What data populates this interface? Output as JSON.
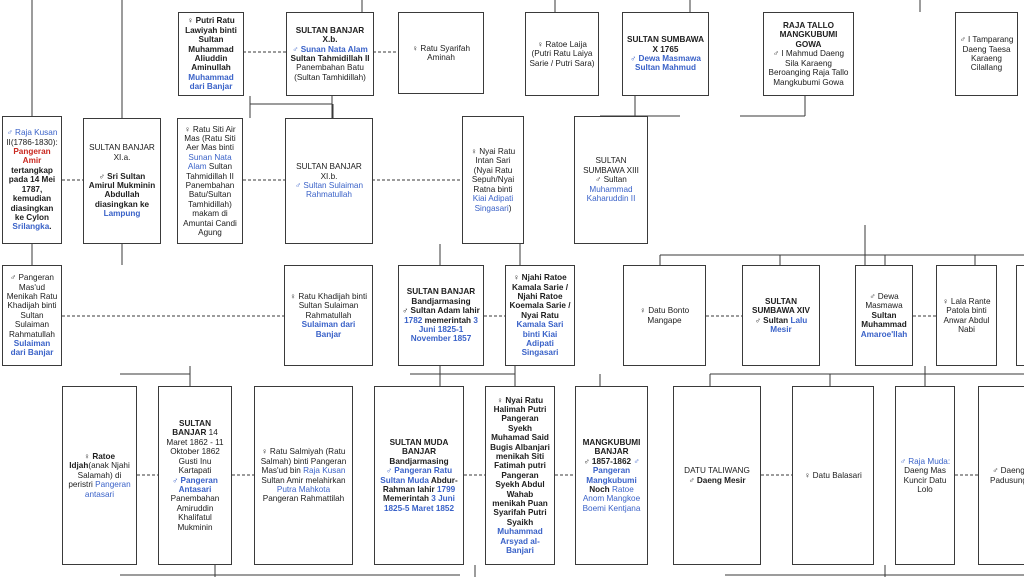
{
  "colors": {
    "border": "#3a3a3a",
    "link": "#3a62c8",
    "red": "#c9281f",
    "text": "#202020"
  },
  "nodes": [
    {
      "id": "putri-ratu-lawiyah",
      "segs": [
        {
          "t": "♀ Putri Ratu Lawiyah binti Sultan Muhammad Aliuddin Aminullah ",
          "s": "b"
        },
        {
          "t": "Muhammad dari Banjar",
          "s": "lb"
        }
      ]
    },
    {
      "id": "sultan-banjar-xb",
      "segs": [
        {
          "t": "SULTAN BANJAR X.b.",
          "s": "b"
        },
        {
          "t": "\n"
        },
        {
          "t": "♂ ",
          "s": "l"
        },
        {
          "t": "Sunan Nata Alam",
          "s": "lb"
        },
        {
          "t": " Sultan Tahmidillah II",
          "s": "b"
        },
        {
          "t": "\nPanembahan Batu (Sultan Tamhidillah)"
        }
      ]
    },
    {
      "id": "ratu-syarifah-aminah",
      "segs": [
        {
          "t": "♀ Ratu Syarifah Aminah"
        }
      ]
    },
    {
      "id": "ratoe-laija",
      "segs": [
        {
          "t": "♀ Ratoe Laija (Putri Ratu Laiya Sarie / Putri Sara)"
        }
      ]
    },
    {
      "id": "sultan-sumbawa-x",
      "segs": [
        {
          "t": "SULTAN SUMBAWA X 1765",
          "s": "b"
        },
        {
          "t": "\n"
        },
        {
          "t": "♂ Dewa Masmawa Sultan Mahmud",
          "s": "lb"
        }
      ]
    },
    {
      "id": "raja-tallo",
      "segs": [
        {
          "t": "RAJA TALLO MANGKUBUMI GOWA",
          "s": "b"
        },
        {
          "t": "\n♂ I Mahmud Daeng Sila Karaeng Beroanging Raja Tallo Mangkubumi Gowa"
        }
      ]
    },
    {
      "id": "i-tamparang",
      "segs": [
        {
          "t": "♂ I Tamparang Daeng Taesa Karaeng Cilallang"
        }
      ]
    },
    {
      "id": "raja-kusan-ii",
      "segs": [
        {
          "t": "♂ Raja Kusan",
          "s": "l"
        },
        {
          "t": " II(1786-1830): "
        },
        {
          "t": "Pangeran Amir",
          "s": "r"
        },
        {
          "t": " tertangkap pada 14 Mei 1787, kemudian diasingkan ke Cylon ",
          "s": "b"
        },
        {
          "t": "Srilangka",
          "s": "lb"
        },
        {
          "t": ".",
          "s": "b"
        }
      ]
    },
    {
      "id": "sultan-banjar-xia",
      "segs": [
        {
          "t": "SULTAN BANJAR XI.a.\n\n"
        },
        {
          "t": "♂ Sri Sultan Amirul Mukminin Abdullah diasingkan ke ",
          "s": "b"
        },
        {
          "t": "Lampung",
          "s": "lb"
        }
      ]
    },
    {
      "id": "ratu-siti-air-mas",
      "segs": [
        {
          "t": "♀ Ratu Siti Air Mas (Ratu Siti Aer Mas binti "
        },
        {
          "t": "Sunan Nata Alam",
          "s": "l"
        },
        {
          "t": " Sultan Tahmidillah II Panembahan Batu/Sultan Tamhidillah) makam di Amuntai Candi Agung"
        }
      ]
    },
    {
      "id": "sultan-banjar-xib",
      "segs": [
        {
          "t": "SULTAN BANJAR XI.b.\n"
        },
        {
          "t": "♂ Sultan Sulaiman Rahmatullah",
          "s": "l"
        }
      ]
    },
    {
      "id": "nyai-ratu-intan-sari",
      "segs": [
        {
          "t": "♀ Nyai Ratu Intan Sari (Nyai Ratu Sepuh/Nyai Ratna binti "
        },
        {
          "t": "Kiai Adipati Singasari",
          "s": "l"
        },
        {
          "t": ")"
        }
      ]
    },
    {
      "id": "sultan-sumbawa-xiii",
      "segs": [
        {
          "t": "SULTAN SUMBAWA XIII\n♂ Sultan "
        },
        {
          "t": "Muhammad Kaharuddin II",
          "s": "l"
        }
      ]
    },
    {
      "id": "pangeran-masud",
      "segs": [
        {
          "t": "♂ Pangeran Mas'ud Menikah Ratu Khadijah binti Sultan Sulaiman Rahmatullah "
        },
        {
          "t": "Sulaiman dari Banjar",
          "s": "lb"
        }
      ]
    },
    {
      "id": "ratu-khadijah",
      "segs": [
        {
          "t": "♀ Ratu Khadijah binti Sultan Sulaiman Rahmatullah "
        },
        {
          "t": "Sulaiman dari Banjar",
          "s": "lb"
        }
      ]
    },
    {
      "id": "sultan-adam",
      "segs": [
        {
          "t": "SULTAN BANJAR Bandjarmasing",
          "s": "b"
        },
        {
          "t": "\n"
        },
        {
          "t": "♂ Sultan Adam lahir ",
          "s": "b"
        },
        {
          "t": "1782",
          "s": "lb"
        },
        {
          "t": " memerintah ",
          "s": "b"
        },
        {
          "t": "3 Juni 1825-1 November 1857",
          "s": "lb"
        }
      ]
    },
    {
      "id": "njahi-ratoe-kamala",
      "segs": [
        {
          "t": "♀ Njahi Ratoe Kamala Sarie / Njahi Ratoe Koemala Sarie / Nyai Ratu ",
          "s": "b"
        },
        {
          "t": "Kamala Sari binti Kiai Adipati Singasari",
          "s": "lb"
        }
      ]
    },
    {
      "id": "datu-bonto-mangape",
      "segs": [
        {
          "t": "♀ Datu Bonto Mangape"
        }
      ]
    },
    {
      "id": "sultan-sumbawa-xiv",
      "segs": [
        {
          "t": "SULTAN SUMBAWA XIV",
          "s": "b"
        },
        {
          "t": "\n"
        },
        {
          "t": "♂ Sultan ",
          "s": "b"
        },
        {
          "t": "Lalu Mesir",
          "s": "lb"
        }
      ]
    },
    {
      "id": "dewa-masmawa",
      "segs": [
        {
          "t": "♂ Dewa Masmawa "
        },
        {
          "t": "Sultan Muhammad ",
          "s": "b"
        },
        {
          "t": "Amaroe'llah",
          "s": "lb"
        }
      ]
    },
    {
      "id": "lala-rante-patola",
      "segs": [
        {
          "t": "♀ Lala Rante Patola binti Anwar Abdul Nabi"
        }
      ]
    },
    {
      "id": "ratoe-idjah",
      "segs": [
        {
          "t": "♀ Ratoe Idjah",
          "s": "b"
        },
        {
          "t": "(anak Njahi Salamah) di peristri "
        },
        {
          "t": "Pangeran antasari",
          "s": "l"
        }
      ]
    },
    {
      "id": "sultan-banjar-14",
      "segs": [
        {
          "t": "SULTAN BANJAR",
          "s": "b"
        },
        {
          "t": " 14 Maret 1862 - 11 Oktober 1862\nGusti Inu Kartapati\n"
        },
        {
          "t": "♂ Pangeran Antasari",
          "s": "lb"
        },
        {
          "t": "\nPanembahan Amiruddin Khalifatul Mukminin"
        }
      ]
    },
    {
      "id": "ratu-salmiyah",
      "segs": [
        {
          "t": "♀ Ratu Salmiyah (Ratu Salmah) binti Pangeran Mas'ud bin "
        },
        {
          "t": "Raja Kusan",
          "s": "l"
        },
        {
          "t": " Sultan Amir melahirkan "
        },
        {
          "t": "Putra Mahkota",
          "s": "l"
        },
        {
          "t": " Pangeran Rahmattilah"
        }
      ]
    },
    {
      "id": "sultan-muda-banjar",
      "segs": [
        {
          "t": "SULTAN MUDA BANJAR Bandjarmasing",
          "s": "b"
        },
        {
          "t": "\n"
        },
        {
          "t": "♂ Pangeran Ratu Sultan Muda",
          "s": "lb"
        },
        {
          "t": " Abdur-Rahman lahir ",
          "s": "b"
        },
        {
          "t": "1799",
          "s": "lb"
        },
        {
          "t": " Memerintah ",
          "s": "b"
        },
        {
          "t": "3 Juni 1825-5 Maret 1852",
          "s": "lb"
        }
      ]
    },
    {
      "id": "nyai-ratu-halimah",
      "segs": [
        {
          "t": "♀ Nyai Ratu Halimah Putri Pangeran Syekh Muhamad Said Bugis Albanjari menikah Siti Fatimah putri Pangeran Syekh Abdul Wahab menikah Puan Syarifah Putri Syaikh ",
          "s": "b"
        },
        {
          "t": "Muhammad Arsyad al-Banjari",
          "s": "lb"
        }
      ]
    },
    {
      "id": "mangkubumi-banjar",
      "segs": [
        {
          "t": "MANGKUBUMI BANJAR",
          "s": "b"
        },
        {
          "t": "\n"
        },
        {
          "t": "♂ 1857-1862 ",
          "s": "b"
        },
        {
          "t": "♂",
          "s": "l"
        },
        {
          "t": "\n"
        },
        {
          "t": "Pangeran Mangkubumi",
          "s": "lb"
        },
        {
          "t": " Noch ",
          "s": "b"
        },
        {
          "t": "Ratoe Anom Mangkoe Boemi Kentjana",
          "s": "l"
        }
      ]
    },
    {
      "id": "datu-taliwang",
      "segs": [
        {
          "t": "DATU TALIWANG\n♂ "
        },
        {
          "t": "Daeng Mesir",
          "s": "b"
        }
      ]
    },
    {
      "id": "datu-balasari",
      "segs": [
        {
          "t": "♀ Datu Balasari"
        }
      ]
    },
    {
      "id": "raja-muda-daeng-mas",
      "segs": [
        {
          "t": "♂ Raja Muda:",
          "s": "l"
        },
        {
          "t": " Daeng Mas Kuncir Datu Lolo"
        }
      ]
    },
    {
      "id": "daeng-padusung",
      "segs": [
        {
          "t": "♂ Daeng Padusung"
        }
      ]
    }
  ]
}
